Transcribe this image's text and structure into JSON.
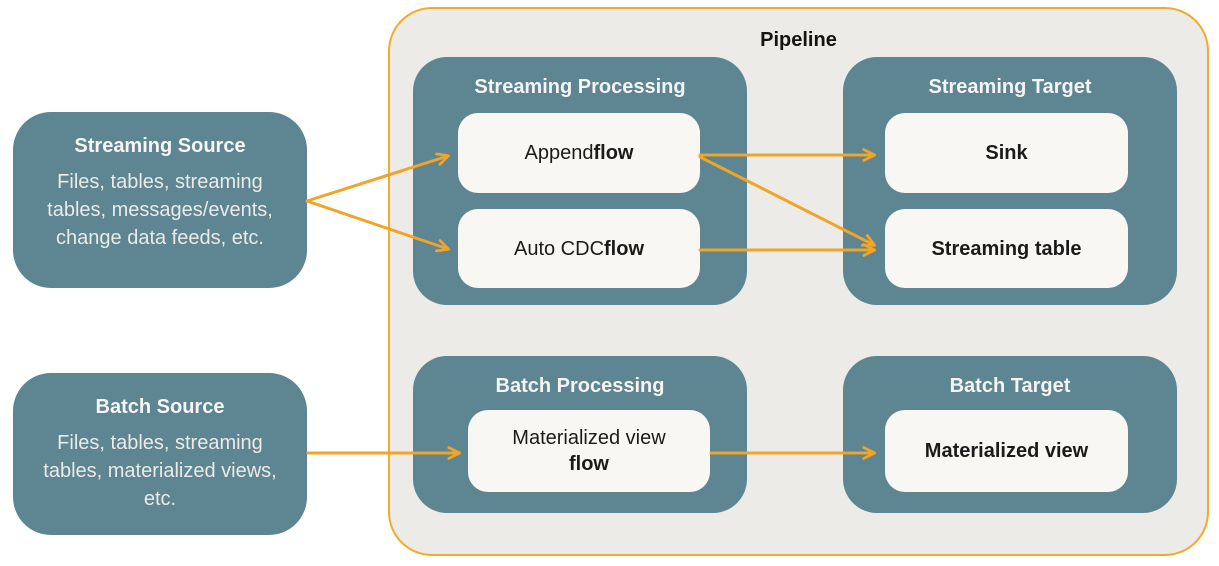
{
  "colors": {
    "teal": "#5d8592",
    "arrow_orange": "#f0a428",
    "pipeline_border": "#f2ab28",
    "pipeline_bg": "#ecebe7",
    "node_bg": "#f8f7f3",
    "text_dark": "#1b1b1b",
    "text_light": "#f5f4f2"
  },
  "sources": {
    "streaming": {
      "title": "Streaming Source",
      "body": "Files, tables, streaming tables, messages/events, change data feeds, etc."
    },
    "batch": {
      "title": "Batch Source",
      "body": "Files, tables, streaming tables, materialized views, etc."
    }
  },
  "pipeline": {
    "title": "Pipeline",
    "groups": {
      "streaming_processing": {
        "title": "Streaming Processing",
        "items": [
          {
            "prefix": "Append ",
            "bold": "flow"
          },
          {
            "prefix": "Auto CDC ",
            "bold": "flow"
          }
        ]
      },
      "streaming_target": {
        "title": "Streaming Target",
        "items": [
          {
            "prefix": "",
            "bold": "Sink"
          },
          {
            "prefix": "",
            "bold": "Streaming table"
          }
        ]
      },
      "batch_processing": {
        "title": "Batch Processing",
        "items": [
          {
            "prefix": "Materialized view",
            "bold": "flow"
          }
        ]
      },
      "batch_target": {
        "title": "Batch Target",
        "items": [
          {
            "prefix": "",
            "bold": "Materialized view"
          }
        ]
      }
    }
  },
  "edges": [
    {
      "from": "streaming-source",
      "to": "append-flow"
    },
    {
      "from": "streaming-source",
      "to": "auto-cdc-flow"
    },
    {
      "from": "append-flow",
      "to": "sink"
    },
    {
      "from": "append-flow",
      "to": "streaming-table"
    },
    {
      "from": "auto-cdc-flow",
      "to": "streaming-table"
    },
    {
      "from": "batch-source",
      "to": "materialized-view-flow"
    },
    {
      "from": "materialized-view-flow",
      "to": "materialized-view"
    }
  ]
}
